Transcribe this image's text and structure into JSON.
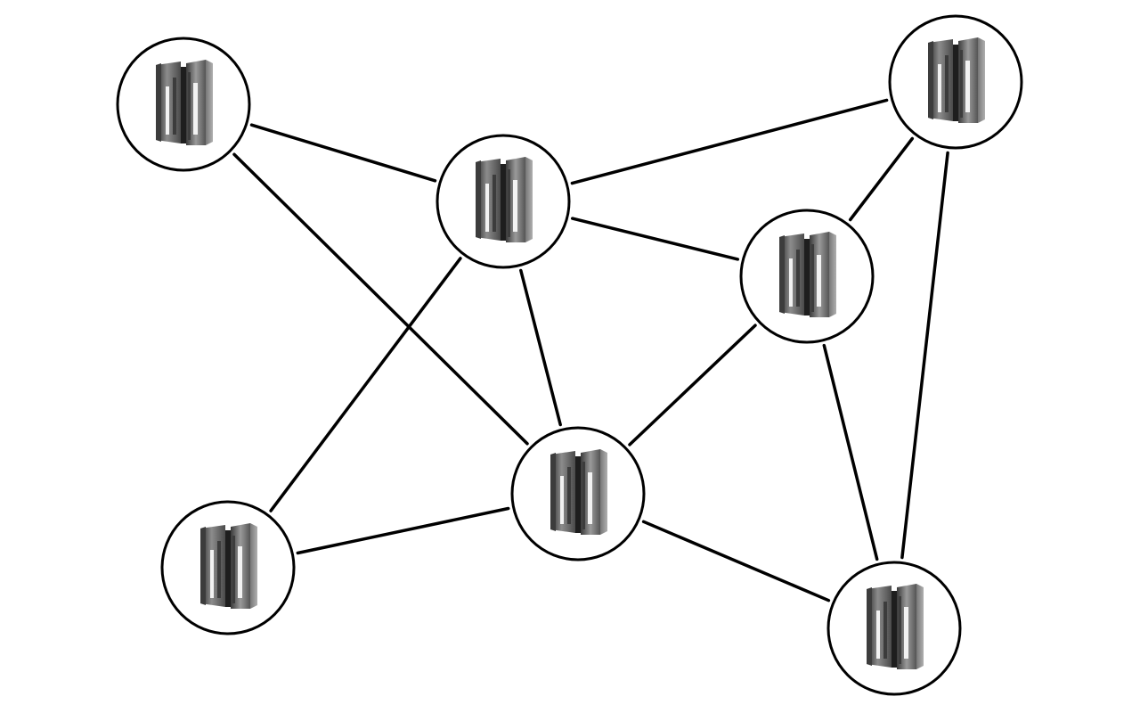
{
  "diagram": {
    "type": "network-topology",
    "node_icon": "server-rack-icon",
    "colors": {
      "background": "#ffffff",
      "node_outline": "#000000",
      "edge": "#000000",
      "server_light": "#9a9a9a",
      "server_mid": "#6e6e6e",
      "server_dark": "#3c3c3c",
      "server_shadow": "#1e1e1e",
      "server_slot": "#f2f2f2"
    },
    "nodes": [
      {
        "id": "server-1"
      },
      {
        "id": "server-2"
      },
      {
        "id": "server-3"
      },
      {
        "id": "server-4"
      },
      {
        "id": "server-5"
      },
      {
        "id": "server-6"
      },
      {
        "id": "server-7"
      }
    ],
    "edges": [
      {
        "from": "server-1",
        "to": "server-2"
      },
      {
        "from": "server-1",
        "to": "server-5"
      },
      {
        "from": "server-2",
        "to": "server-3"
      },
      {
        "from": "server-2",
        "to": "server-4"
      },
      {
        "from": "server-2",
        "to": "server-5"
      },
      {
        "from": "server-2",
        "to": "server-6"
      },
      {
        "from": "server-3",
        "to": "server-4"
      },
      {
        "from": "server-3",
        "to": "server-7"
      },
      {
        "from": "server-4",
        "to": "server-5"
      },
      {
        "from": "server-4",
        "to": "server-7"
      },
      {
        "from": "server-5",
        "to": "server-6"
      },
      {
        "from": "server-5",
        "to": "server-7"
      }
    ]
  }
}
